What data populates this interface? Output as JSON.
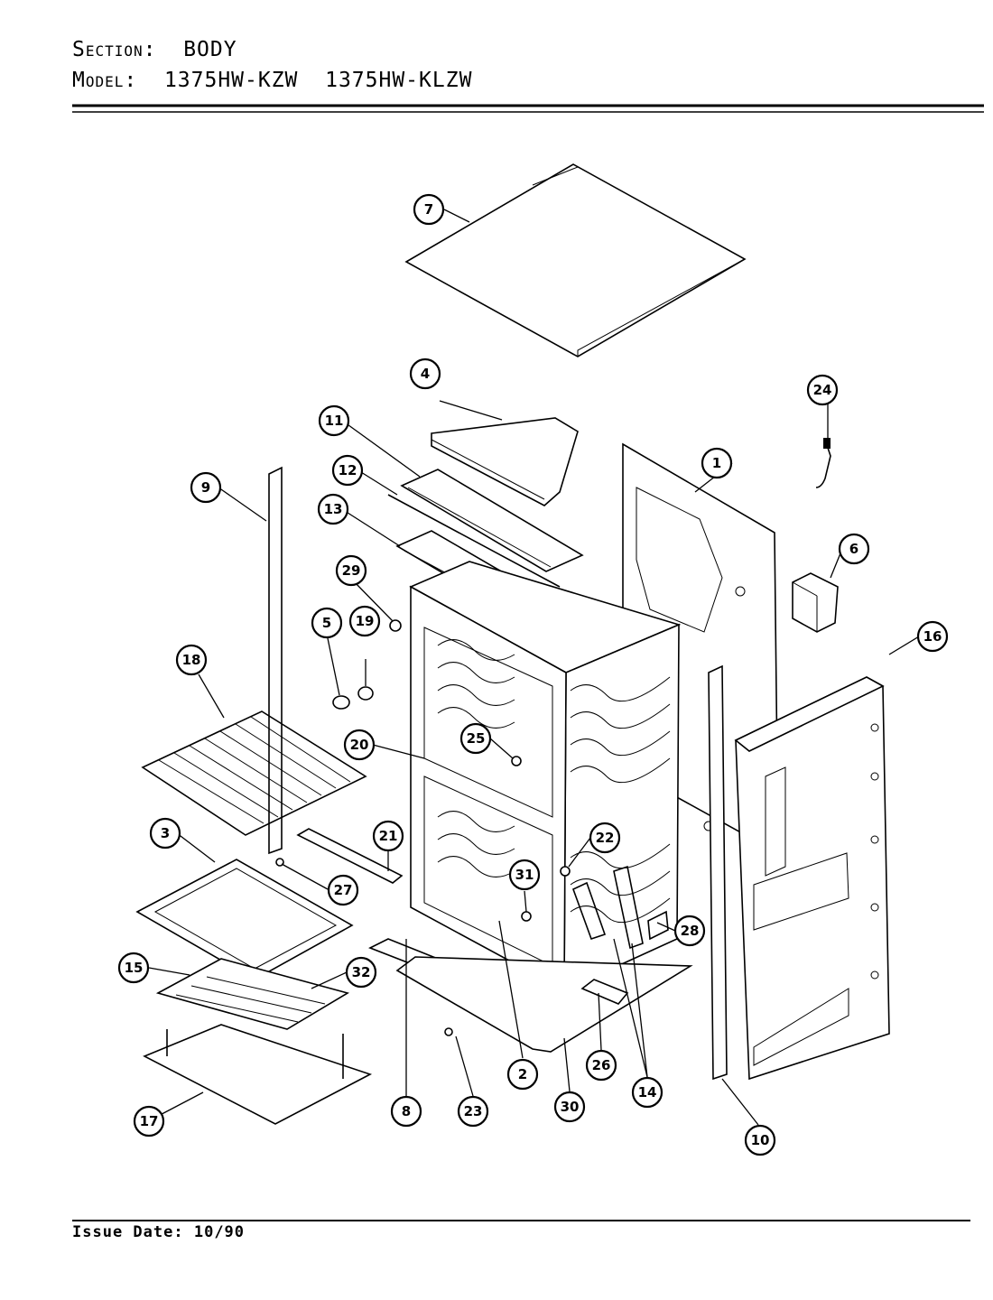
{
  "header": {
    "section_label": "Section:",
    "section_value": "BODY",
    "model_label": "Model:",
    "model_values": "1375HW-KZW  1375HW-KLZW"
  },
  "footer": {
    "issue_label": "Issue Date:",
    "issue_value": "10/90"
  },
  "callouts": {
    "c1": "1",
    "c2": "2",
    "c3": "3",
    "c4": "4",
    "c5": "5",
    "c6": "6",
    "c7": "7",
    "c8": "8",
    "c9": "9",
    "c10": "10",
    "c11": "11",
    "c12": "12",
    "c13": "13",
    "c14": "14",
    "c15": "15",
    "c16": "16",
    "c17": "17",
    "c18": "18",
    "c19": "19",
    "c20": "20",
    "c21": "21",
    "c22": "22",
    "c23": "23",
    "c24": "24",
    "c25": "25",
    "c26": "26",
    "c27": "27",
    "c28": "28",
    "c29": "29",
    "c30": "30",
    "c31": "31",
    "c32": "32"
  }
}
